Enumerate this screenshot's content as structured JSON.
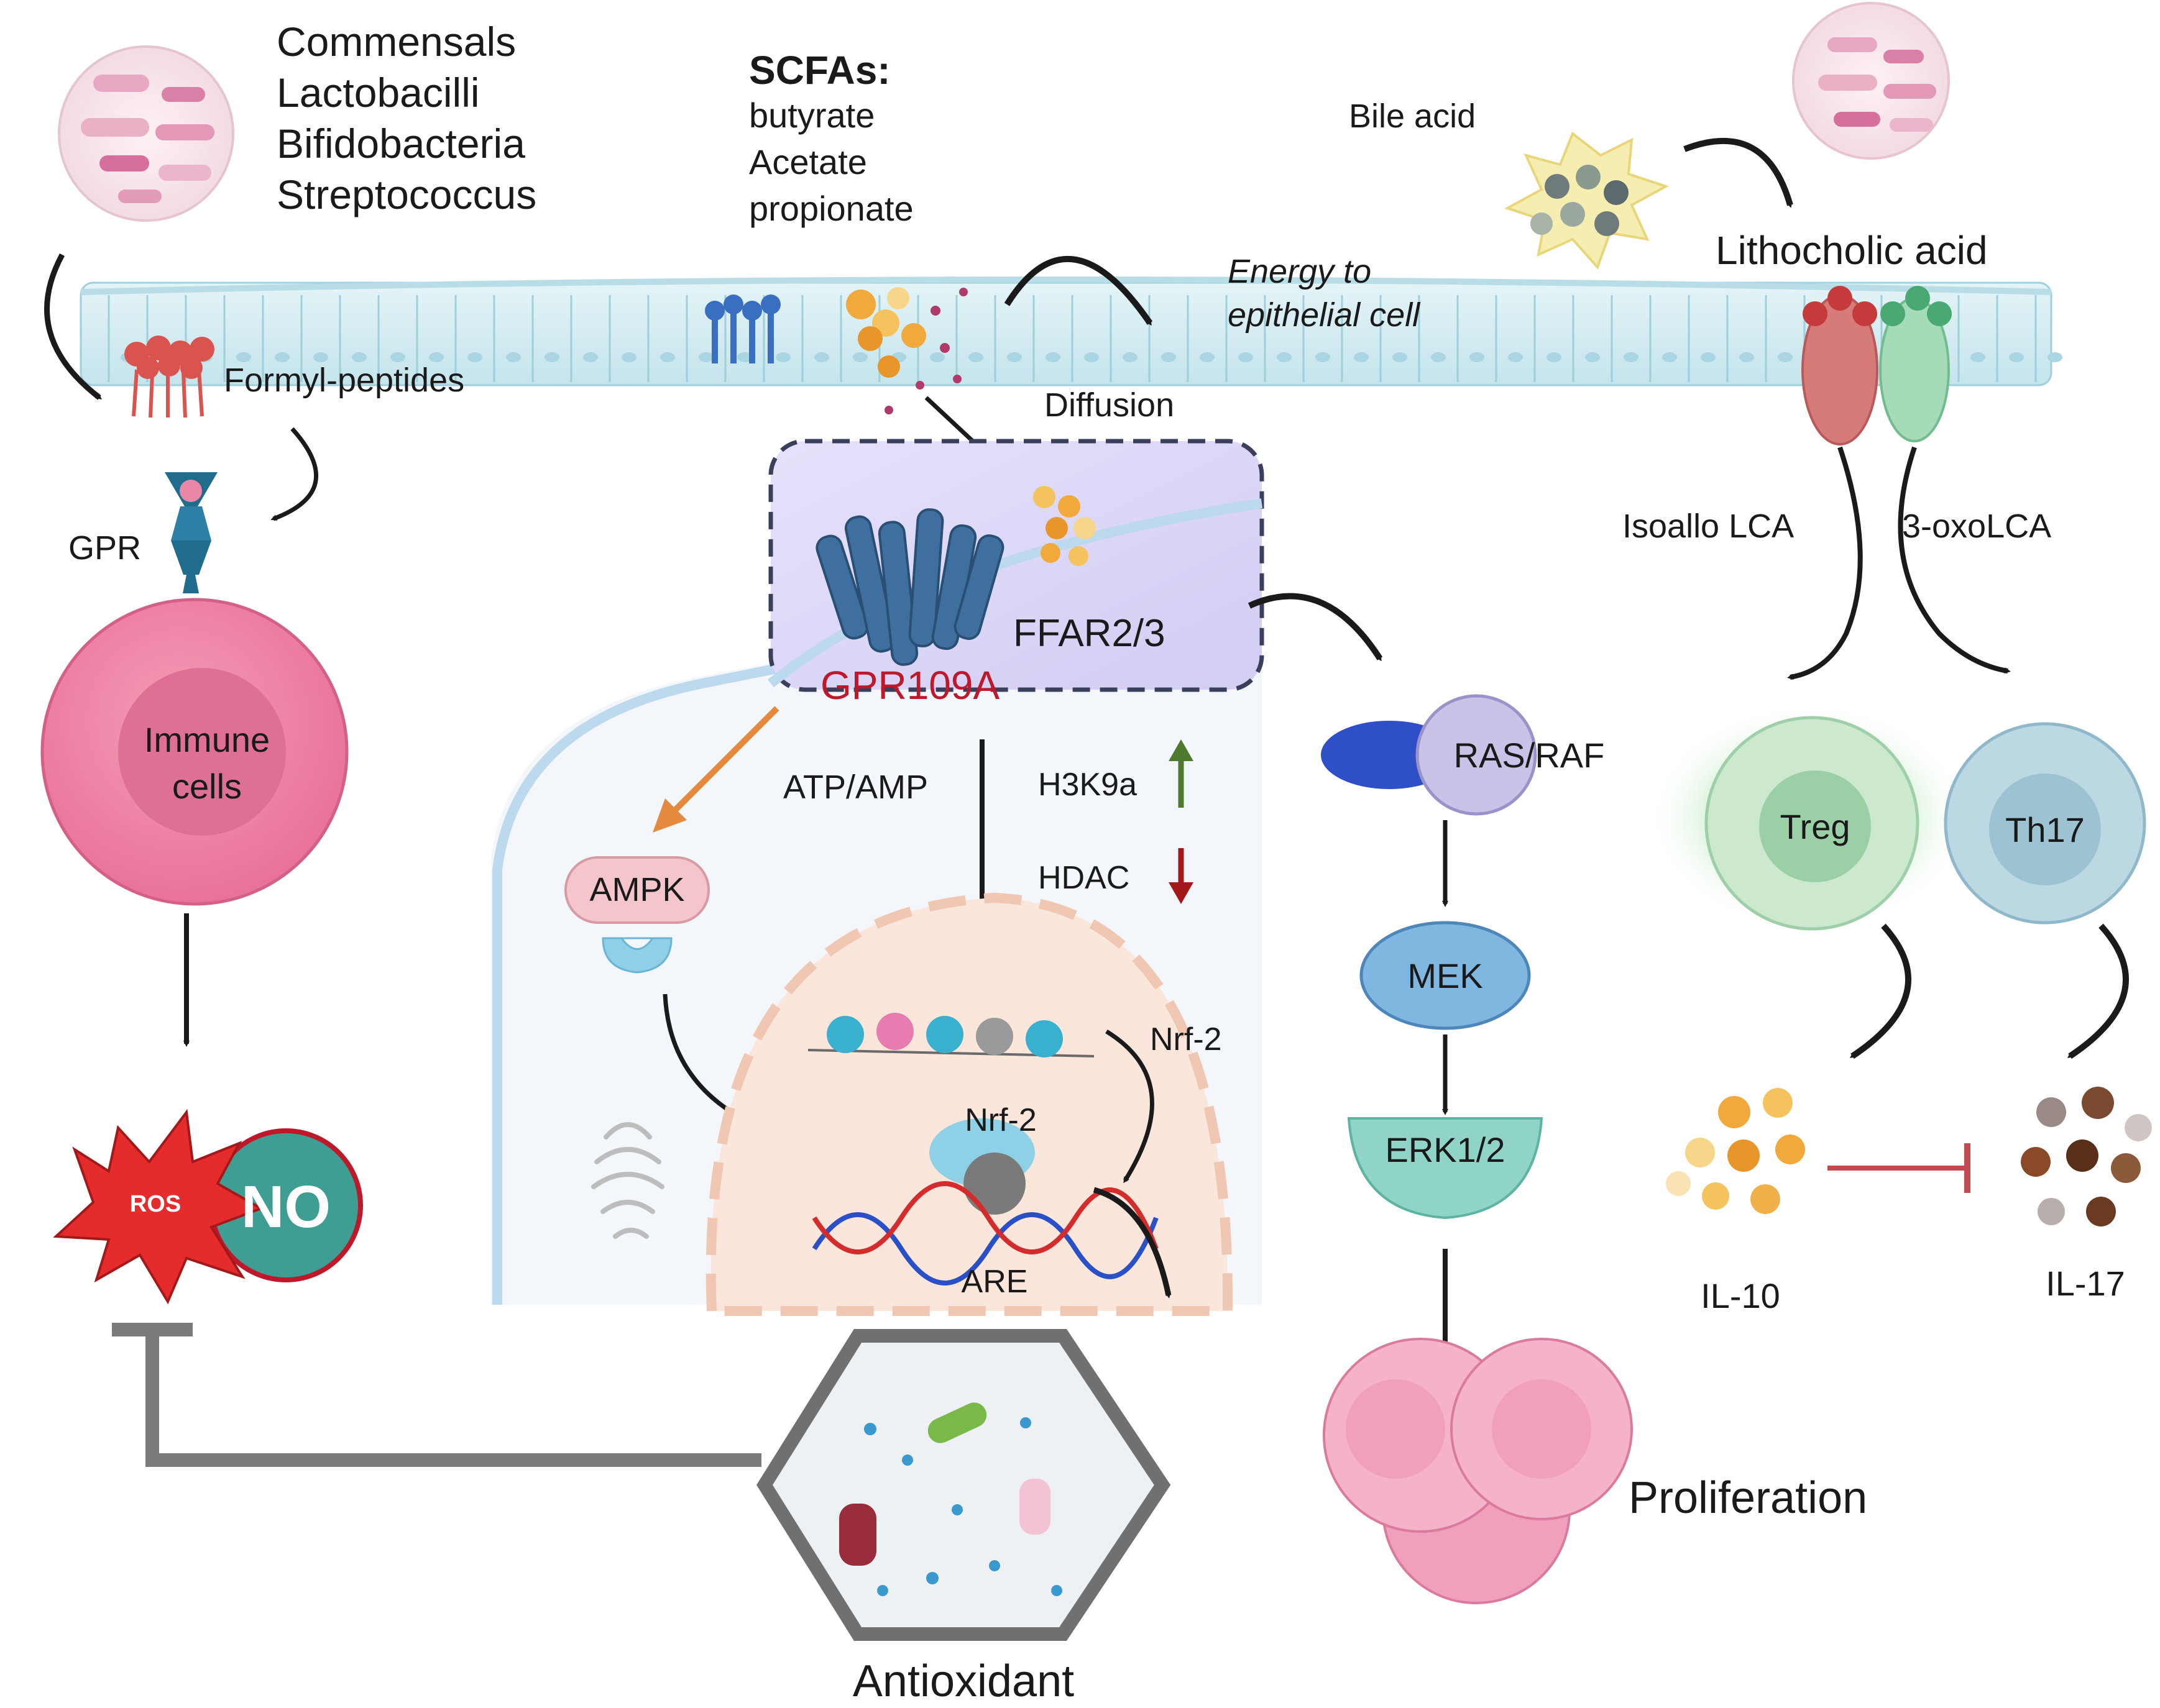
{
  "microbes": {
    "list": [
      "Commensals",
      "Lactobacilli",
      "Bifidobacteria",
      "Streptococcus"
    ],
    "formyl": "Formyl-peptides",
    "gpr": "GPR",
    "immune": [
      "Immune",
      "cells"
    ],
    "ros": "ROS",
    "no": "NO"
  },
  "scfa": {
    "title": "SCFAs:",
    "items": [
      "butyrate",
      "Acetate",
      "propionate"
    ],
    "energy": [
      "Energy to",
      "epithelial cell"
    ],
    "diffusion": "Diffusion"
  },
  "receptor": {
    "ffar": "FFAR2/3",
    "gpr109a": "GPR109A"
  },
  "signals": {
    "atp": "ATP/AMP",
    "h3k9a": "H3K9a",
    "hdac": "HDAC",
    "ampk": "AMPK",
    "nrf2_out": "Nrf-2",
    "nrf2_in": "Nrf-2",
    "are": "ARE",
    "antioxidant": "Antioxidant"
  },
  "mapk": {
    "rasraf": "RAS/RAF",
    "mek": "MEK",
    "erk": "ERK1/2",
    "proliferation": "Proliferation"
  },
  "bile": {
    "bile_acid": "Bile acid",
    "lca": "Lithocholic acid",
    "isoallo": "Isoallo LCA",
    "oxo": "3-oxoLCA",
    "treg": "Treg",
    "th17": "Th17",
    "il10": "IL-10",
    "il17": "IL-17"
  },
  "colors": {
    "gpr109a_text": "#c0182b",
    "epithelium": "#cfe9ef",
    "receptor_box": "#d9d4f5",
    "immune_cell": "#ec7fa0",
    "ros": "#e52b2b",
    "no": "#3f9e94",
    "treg": "#c9e7cf",
    "th17": "#bcd7e2"
  }
}
